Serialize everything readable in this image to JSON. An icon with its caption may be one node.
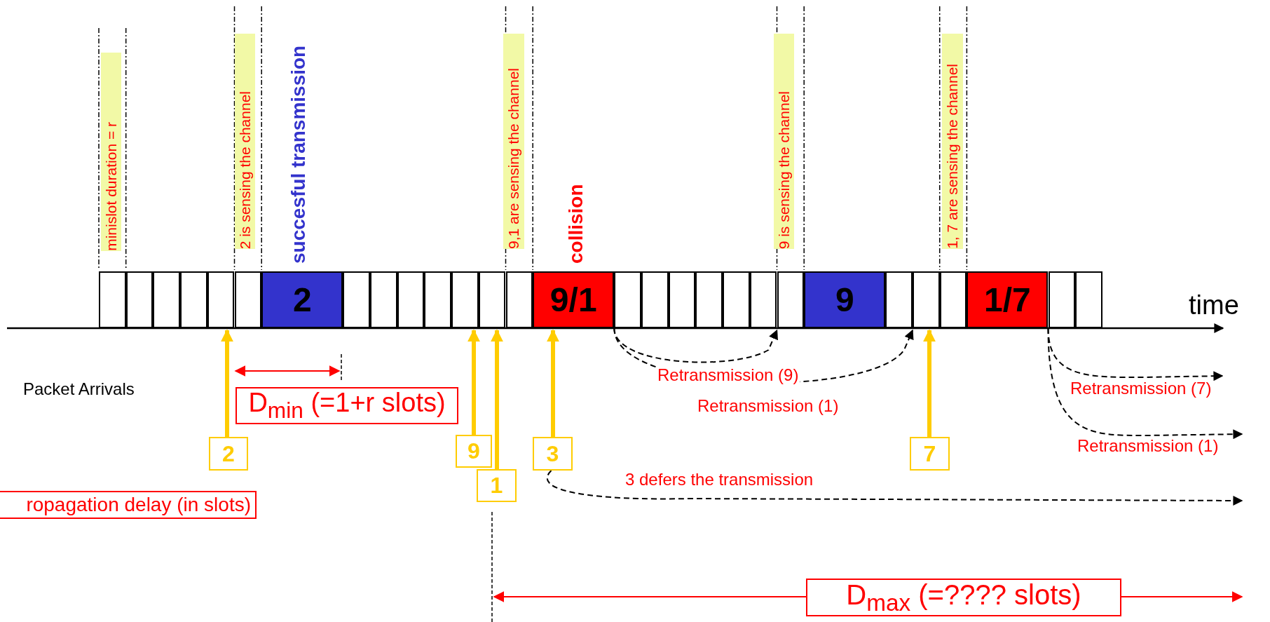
{
  "diagram": {
    "nodes": [
      {
        "text": [
          "minislot duration = r"
        ]
      },
      {
        "text": [
          "2 is sensing the channel"
        ]
      },
      {
        "text": [
          "9,1 are sensing the channel"
        ]
      },
      {
        "text": [
          "9 is sensing the channel"
        ]
      },
      {
        "text": [
          "1, 7 are sensing the channel"
        ]
      },
      {
        "text": [],
        "shape": "box"
      },
      {
        "text": [],
        "shape": "box"
      },
      {
        "text": [],
        "shape": "box"
      },
      {
        "text": [],
        "shape": "box"
      },
      {
        "text": [],
        "shape": "box"
      },
      {
        "text": [],
        "shape": "box"
      },
      {
        "text": [
          "2"
        ]
      },
      {
        "text": [],
        "shape": "box"
      },
      {
        "text": [],
        "shape": "box"
      },
      {
        "text": [],
        "shape": "box"
      },
      {
        "text": [],
        "shape": "box"
      },
      {
        "text": [],
        "shape": "box"
      },
      {
        "text": [],
        "shape": "box"
      },
      {
        "text": [],
        "shape": "box"
      },
      {
        "text": [
          "9/1"
        ]
      },
      {
        "text": [],
        "shape": "box"
      },
      {
        "text": [],
        "shape": "box"
      },
      {
        "text": [],
        "shape": "box"
      },
      {
        "text": [],
        "shape": "box"
      },
      {
        "text": [],
        "shape": "box"
      },
      {
        "text": [],
        "shape": "box"
      },
      {
        "text": [],
        "shape": "box"
      },
      {
        "text": [
          "9"
        ]
      },
      {
        "text": [],
        "shape": "box"
      },
      {
        "text": [],
        "shape": "box"
      },
      {
        "text": [],
        "shape": "box"
      },
      {
        "text": [
          "1/7"
        ]
      },
      {
        "text": [],
        "shape": "box"
      },
      {
        "text": [],
        "shape": "box"
      },
      {
        "text": [
          "2"
        ]
      },
      {
        "text": [
          "9"
        ]
      },
      {
        "text": [
          "1"
        ]
      },
      {
        "text": [
          "3"
        ]
      },
      {
        "text": [
          "7"
        ]
      },
      {
        "text": [
          "D$_{min}$ (=1+r slots)"
        ]
      },
      {
        "text": [
          "ropagation delay (in slots)"
        ]
      },
      {
        "text": [
          "D$_{max}$ (=???? slots)"
        ]
      }
    ],
    "edges": [
      {
        "from": 19,
        "to": 26,
        "arrow": "to",
        "label": "Retransmission (9)",
        "style": "dashed"
      },
      {
        "from": 19,
        "to": 29,
        "arrow": "to",
        "label": "Retransmission (1)",
        "style": "dashed"
      },
      {
        "from": 31,
        "to": null,
        "arrow": "to",
        "label": "Retransmission (7)",
        "style": "dashed"
      },
      {
        "from": 31,
        "to": null,
        "arrow": "to",
        "label": "Retransmission (1)",
        "style": "dashed"
      },
      {
        "from": 37,
        "to": null,
        "arrow": "to",
        "label": "3 defers the transmission",
        "style": "dashed"
      },
      {
        "from": 34,
        "to": 9,
        "arrow": "to",
        "style": "thick",
        "color": "#ffcc00"
      },
      {
        "from": 35,
        "to": 17,
        "arrow": "to",
        "style": "thick",
        "color": "#ffcc00"
      },
      {
        "from": 36,
        "to": 17,
        "arrow": "to",
        "style": "thick",
        "color": "#ffcc00"
      },
      {
        "from": 37,
        "to": 19,
        "arrow": "to",
        "style": "thick",
        "color": "#ffcc00"
      },
      {
        "from": 38,
        "to": 29,
        "arrow": "to",
        "style": "thick",
        "color": "#ffcc00"
      }
    ],
    "labels": [
      "succesful transmission",
      "collision",
      "time",
      "Packet Arrivals"
    ]
  }
}
